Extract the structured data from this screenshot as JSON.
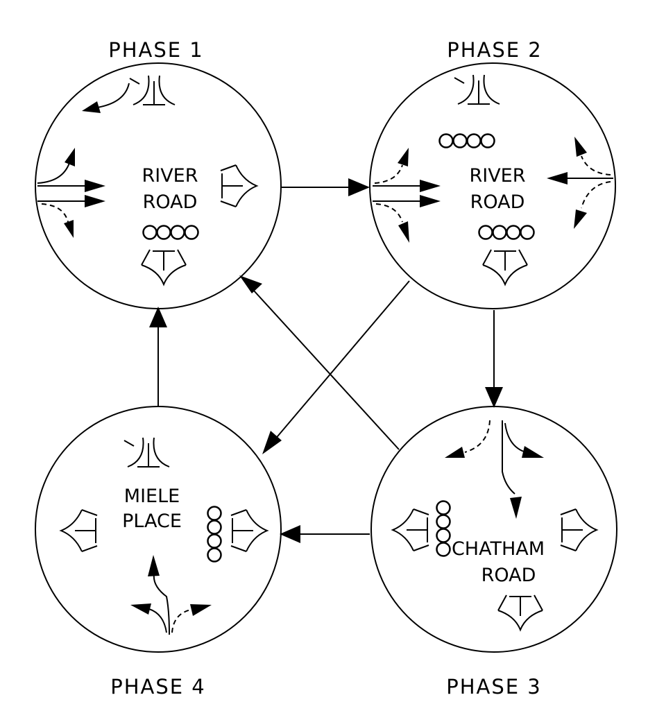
{
  "phases": [
    {
      "label": "PHASE 1",
      "road_line1": "RIVER",
      "road_line2": "ROAD"
    },
    {
      "label": "PHASE 2",
      "road_line1": "RIVER",
      "road_line2": "ROAD"
    },
    {
      "label": "PHASE 3",
      "road_line1": "CHATHAM",
      "road_line2": "ROAD"
    },
    {
      "label": "PHASE 4",
      "road_line1": "MIELE",
      "road_line2": "PLACE"
    }
  ],
  "colors": {
    "stroke": "#000000",
    "background": "#ffffff"
  }
}
